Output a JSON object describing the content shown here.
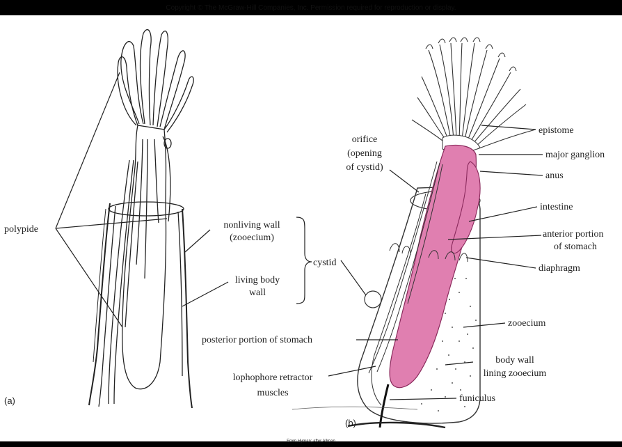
{
  "header": {
    "copyright": "Copyright © The McGraw-Hill Companies, Inc. Permission required for reproduction or display."
  },
  "footer": {
    "credit": "From Hyman; after Allman"
  },
  "colors": {
    "digestive_tract": "#e07fb0",
    "background": "#ffffff",
    "border": "#000000",
    "line": "#222222"
  },
  "panel_a": {
    "letter": "(a)",
    "labels": {
      "polypide": "polypide",
      "nonliving_wall_1": "nonliving wall",
      "nonliving_wall_2": "(zooecium)",
      "living_body_wall_1": "living body",
      "living_body_wall_2": "wall",
      "cystid": "cystid"
    }
  },
  "panel_b": {
    "letter": "(b)",
    "labels": {
      "orifice_1": "orifice",
      "orifice_2": "(opening",
      "orifice_3": "of cystid)",
      "epistome": "epistome",
      "major_ganglion": "major ganglion",
      "anus": "anus",
      "intestine": "intestine",
      "anterior_stomach_1": "anterior portion",
      "anterior_stomach_2": "of stomach",
      "diaphragm": "diaphragm",
      "zooecium": "zooecium",
      "posterior_stomach": "posterior portion of stomach",
      "body_wall_1": "body wall",
      "body_wall_2": "lining zooecium",
      "retractor_1": "lophophore retractor",
      "retractor_2": "muscles",
      "funiculus": "funiculus"
    }
  }
}
